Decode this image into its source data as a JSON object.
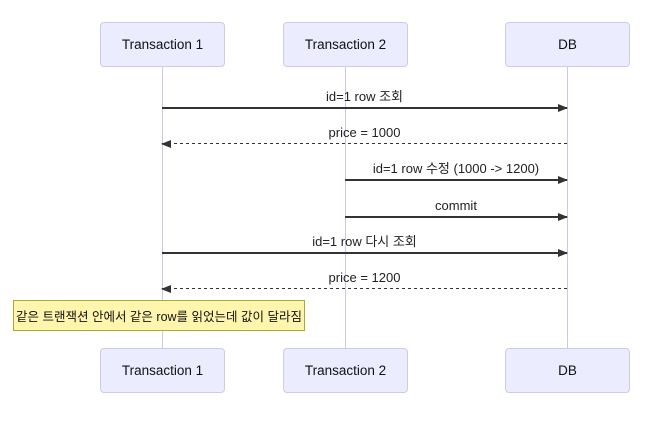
{
  "diagram": {
    "type": "sequence-diagram",
    "actors": [
      {
        "name": "Transaction 1"
      },
      {
        "name": "Transaction 2"
      },
      {
        "name": "DB"
      }
    ],
    "messages": [
      {
        "text": "id=1 row 조회",
        "from": "Transaction 1",
        "to": "DB",
        "line": "solid",
        "direction": "right"
      },
      {
        "text": "price = 1000",
        "from": "DB",
        "to": "Transaction 1",
        "line": "dashed",
        "direction": "left"
      },
      {
        "text": "id=1 row 수정 (1000 -> 1200)",
        "from": "Transaction 2",
        "to": "DB",
        "line": "solid",
        "direction": "right"
      },
      {
        "text": "commit",
        "from": "Transaction 2",
        "to": "DB",
        "line": "solid",
        "direction": "right"
      },
      {
        "text": "id=1 row 다시 조회",
        "from": "Transaction 1",
        "to": "DB",
        "line": "solid",
        "direction": "right"
      },
      {
        "text": "price = 1200",
        "from": "DB",
        "to": "Transaction 1",
        "line": "dashed",
        "direction": "left"
      }
    ],
    "note": {
      "text": "같은 트랜잭션 안에서 같은 row를 읽었는데 값이 달라짐",
      "position": "over Transaction 1"
    },
    "colors": {
      "actor_fill": "#ECECFF",
      "actor_border": "#CCCCE8",
      "lifeline": "#CCC6EB",
      "arrow": "#333333",
      "note_fill": "#FFF5AD",
      "note_border": "#AAAA33"
    }
  }
}
